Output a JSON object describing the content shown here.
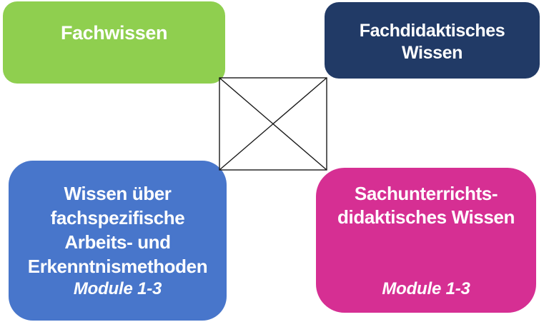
{
  "diagram": {
    "background_color": "#FFFFFF",
    "text_color": "#FFFFFF",
    "connector": {
      "shape": "rectangle-with-both-diagonals",
      "line_color": "#1A1A1A"
    },
    "boxes": {
      "top_left": {
        "label": "Fachwissen",
        "fill": "#8FCF4F"
      },
      "top_right": {
        "lines": [
          "Fachdidaktisches",
          "Wissen"
        ],
        "fill": "#213A66"
      },
      "bottom_left": {
        "lines": [
          "Wissen über",
          "fachspezifische",
          "Arbeits- und",
          "Erkenntnismethoden"
        ],
        "module_label": "Module 1-3",
        "fill": "#4876CB"
      },
      "bottom_right": {
        "lines": [
          "Sachunterrichts-",
          "didaktisches Wissen"
        ],
        "module_label": "Module 1-3",
        "fill": "#D62F93"
      }
    }
  }
}
